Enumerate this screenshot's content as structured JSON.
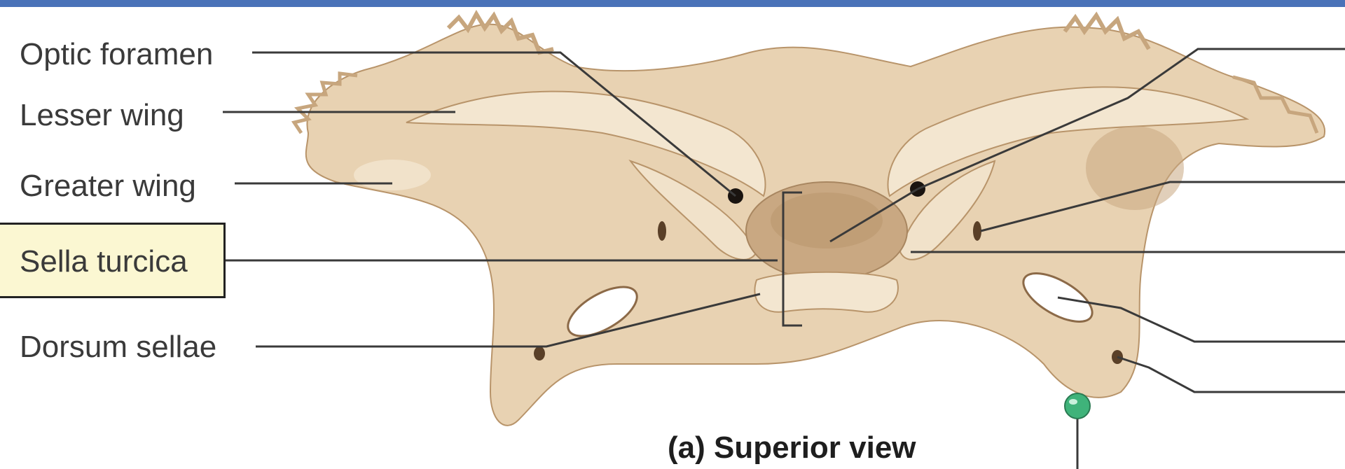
{
  "labels": {
    "optic_foramen": "Optic foramen",
    "lesser_wing": "Lesser wing",
    "greater_wing": "Greater wing",
    "sella_turcica": "Sella turcica",
    "dorsum_sellae": "Dorsum sellae"
  },
  "caption": "(a) Superior view",
  "colors": {
    "bone": "#e8d2b2",
    "bone_shadow": "#c9a882",
    "bone_light": "#f3e6d0",
    "leader_line": "#3a3a3a",
    "highlight_box": "#fbf7d2",
    "top_bar": "#4a72b8",
    "marker": "#3fb37a"
  },
  "icons": {
    "marker": "green-pin-marker-icon"
  }
}
